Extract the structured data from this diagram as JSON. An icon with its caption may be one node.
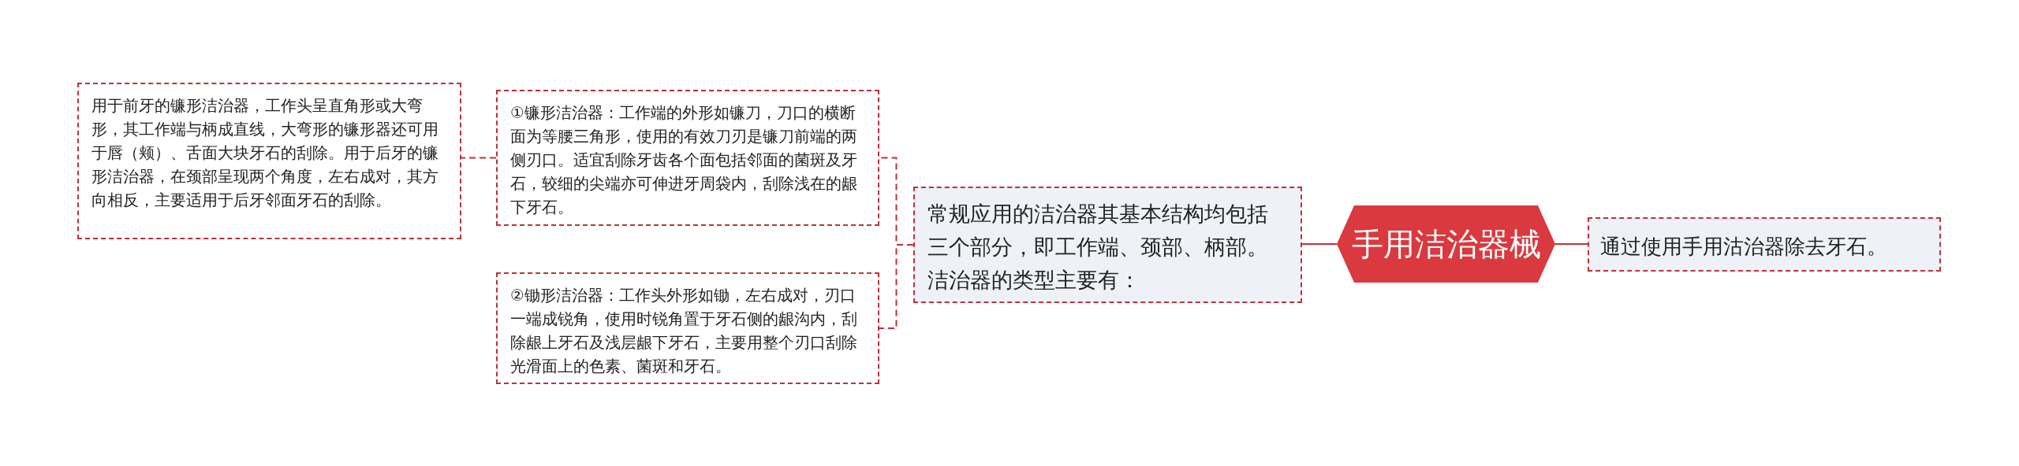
{
  "diagram": {
    "nodes": [
      {
        "text": [
          "手用洁治器械"
        ]
      },
      {
        "text": [
          "通过使用手用沽治器除去牙石。"
        ]
      },
      {
        "text": [
          "常规应用的洁治器其基本结构均包括三个部分，即工作端、颈部、柄部。洁治器的类型主要有："
        ]
      },
      {
        "text": [
          "①镰形洁治器：工作端的外形如镰刀，刀口的横断面为等腰三角形，使用的有效刀刃是镰刀前端的两侧刃口。适宜刮除牙齿各个面包括邻面的菌斑及牙石，较细的尖端亦可伸进牙周袋内，刮除浅在的龈下牙石。"
        ]
      },
      {
        "text": [
          "②锄形洁治器：工作头外形如锄，左右成对，刃口一端成锐角，使用时锐角置于牙石侧的龈沟内，刮除龈上牙石及浅层龈下牙石，主要用整个刃口刮除光滑面上的色素、菌斑和牙石。"
        ]
      },
      {
        "text": [
          "用于前牙的镰形洁治器，工作头呈直角形或大弯形，其工作端与柄成直线，大弯形的镰形器还可用于唇（颊）、舌面大块牙石的刮除。用于后牙的镰形洁治器，在颈部呈现两个角度，左右成对，其方向相反，主要适用于后牙邻面牙石的刮除。"
        ]
      }
    ],
    "edges": [
      {
        "from": 0,
        "to": 1,
        "arrow": "none"
      },
      {
        "from": 0,
        "to": 2,
        "arrow": "none"
      },
      {
        "from": 2,
        "to": 3,
        "arrow": "none",
        "style": "dashed"
      },
      {
        "from": 2,
        "to": 4,
        "arrow": "none",
        "style": "dashed"
      },
      {
        "from": 3,
        "to": 5,
        "arrow": "none",
        "style": "dashed"
      }
    ]
  }
}
